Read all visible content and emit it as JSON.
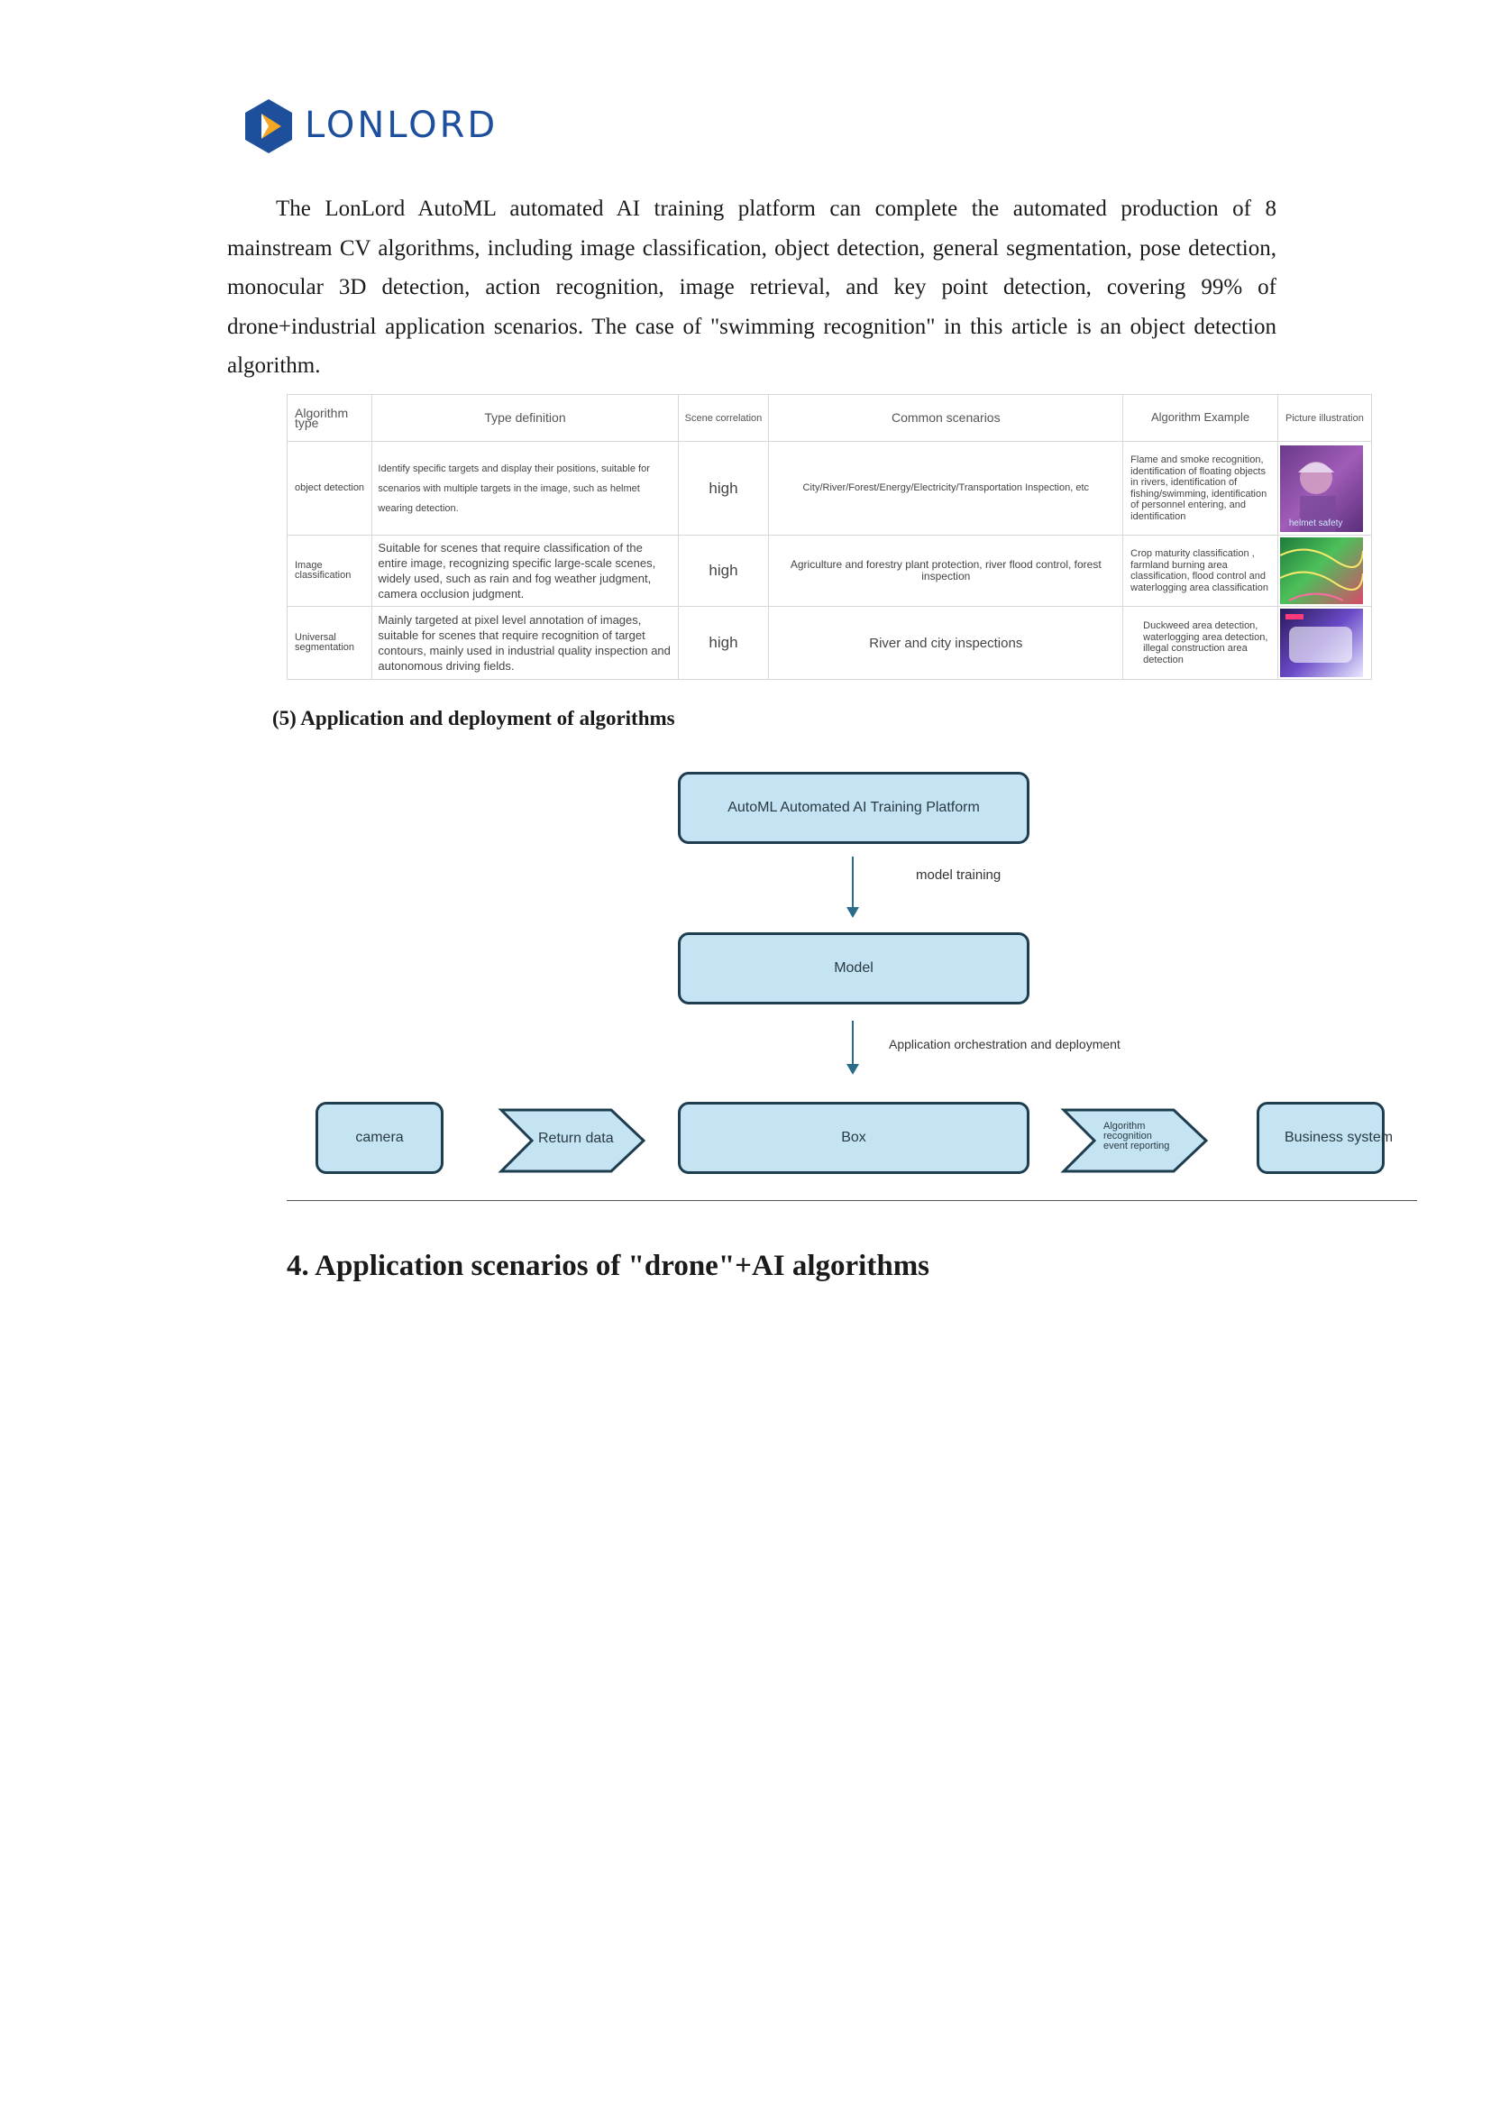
{
  "logo": {
    "text": "LONLORD",
    "accent_blue": "#1d4f9c",
    "accent_orange": "#f5a623"
  },
  "intro": "The LonLord AutoML automated AI training platform can complete the automated production of 8 mainstream CV algorithms, including image classification, object detection, general segmentation, pose detection, monocular 3D detection, action recognition, image retrieval, and key point detection, covering 99% of drone+industrial application scenarios. The case of \"swimming recognition\" in this article is an object detection algorithm.",
  "table": {
    "headers": [
      "Algorithm type",
      "Type definition",
      "Scene correlation",
      "Common scenarios",
      "Algorithm Example",
      "Picture illustration"
    ],
    "rows": [
      {
        "type": "object detection",
        "definition": "Identify specific targets and display their positions, suitable for scenarios with multiple targets in the image, such as helmet wearing detection.",
        "scene": "high",
        "common": "City/River/Forest/Energy/Electricity/Transportation Inspection, etc",
        "example": "Flame and smoke recognition, identification of floating objects in rivers, identification of fishing/swimming, identification of personnel entering, and identification",
        "picture_label": "helmet safety"
      },
      {
        "type": "Image classification",
        "definition": "Suitable for scenes that require classification of the entire image, recognizing specific large-scale scenes, widely used, such as rain and fog weather judgment, camera occlusion judgment.",
        "scene": "high",
        "common": "Agriculture and forestry plant protection, river flood control, forest inspection",
        "example": "Crop maturity classification , farmland burning area classification, flood control and waterlogging area classification",
        "picture_label": ""
      },
      {
        "type": "Universal segmentation",
        "definition": "Mainly targeted at pixel level annotation of images, suitable for scenes that require recognition of target contours, mainly used in industrial quality inspection and autonomous driving fields.",
        "scene": "high",
        "common": "River and city inspections",
        "example": "Duckweed area detection, waterlogging area detection, illegal construction area detection",
        "picture_label": ""
      }
    ]
  },
  "subheading": "(5) Application and deployment of algorithms",
  "flow": {
    "platform": "AutoML Automated AI Training Platform",
    "step1": "model training",
    "model": "Model",
    "step2": "Application orchestration and deployment",
    "camera": "camera",
    "return_data": "Return data",
    "box": "Box",
    "reporting": "Algorithm recognition event reporting",
    "business": "Business system",
    "box_fill": "#c4e3f3",
    "box_border": "#1e3d4f"
  },
  "section_title": "4. Application scenarios of \"drone\"+AI algorithms"
}
